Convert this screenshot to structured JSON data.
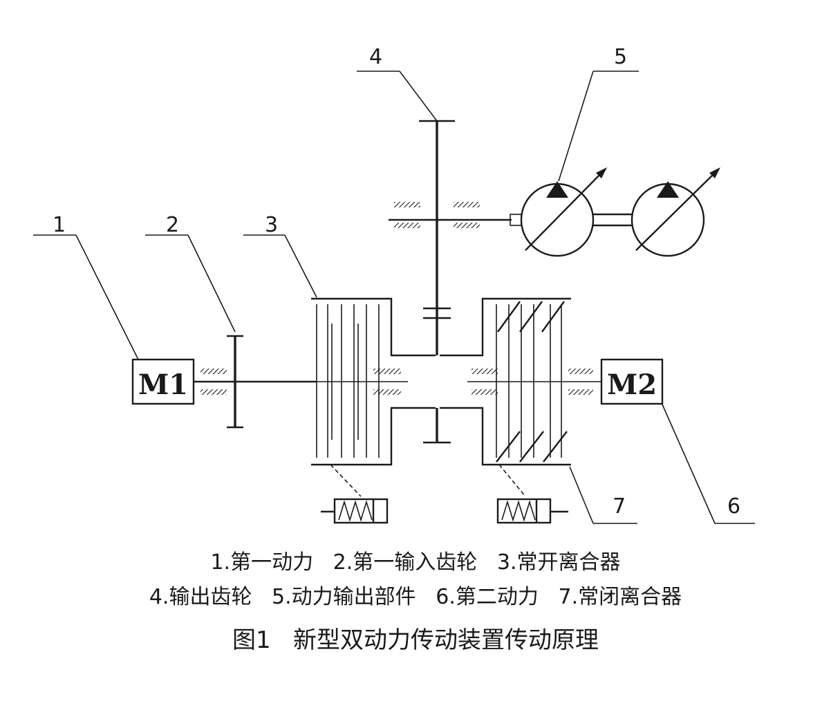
{
  "callouts": {
    "c1": "1",
    "c2": "2",
    "c3": "3",
    "c4": "4",
    "c5": "5",
    "c6": "6",
    "c7": "7"
  },
  "motors": {
    "m1": "M1",
    "m2": "M2"
  },
  "legend": {
    "line1": "1.第一动力   2.第一输入齿轮   3.常开离合器",
    "line2": "4.输出齿轮   5.动力输出部件   6.第二动力   7.常闭离合器"
  },
  "caption": "图1   新型双动力传动装置传动原理"
}
